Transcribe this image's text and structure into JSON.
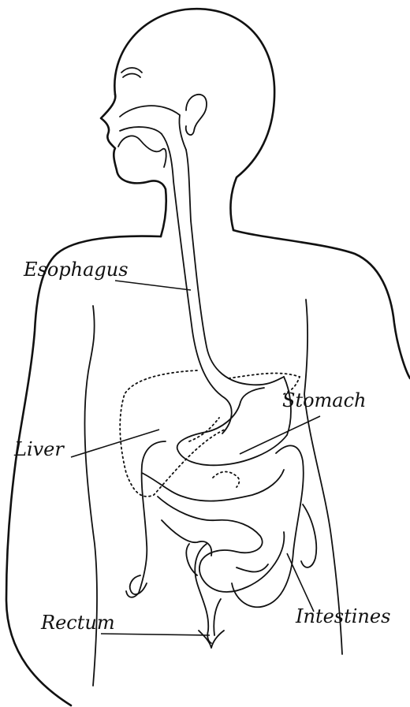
{
  "labels": {
    "esophagus": "Esophagus",
    "stomach": "Stomach",
    "liver": "Liver",
    "rectum": "Rectum",
    "intestines": "Intestines"
  },
  "colors": {
    "ink": "#111111",
    "background": "#ffffff"
  }
}
